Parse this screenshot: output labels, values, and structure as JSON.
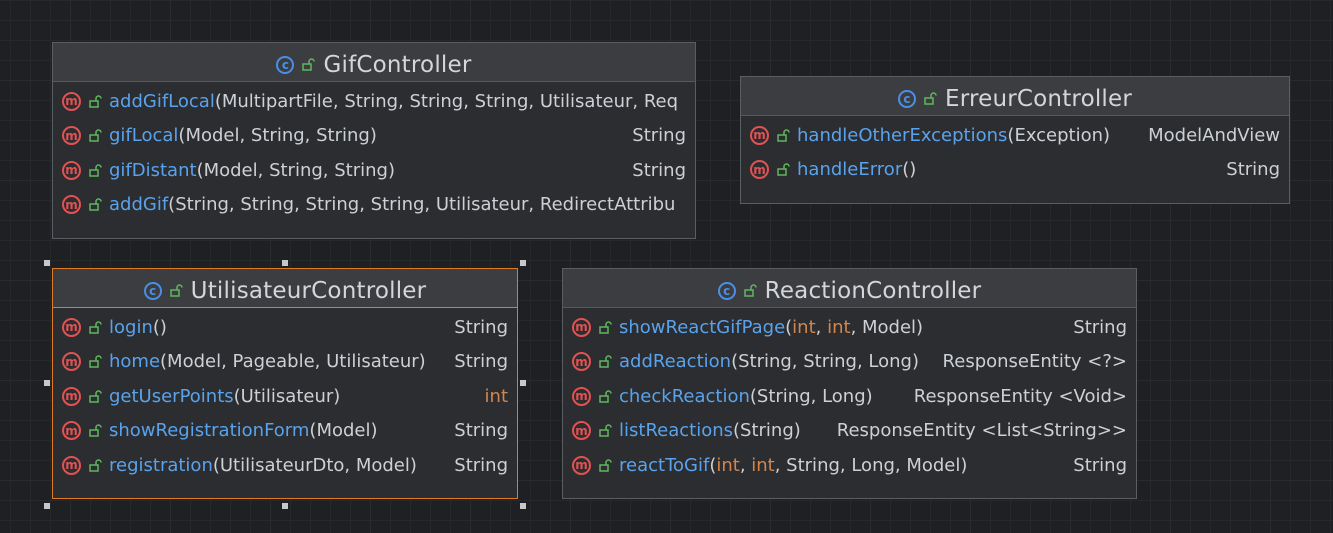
{
  "classes": {
    "gif": {
      "name": "GifController",
      "methods": [
        {
          "name": "addGifLocal",
          "params": "(MultipartFile, String, String, String, Utilisateur, Req",
          "ret": ""
        },
        {
          "name": "gifLocal",
          "params": "(Model, String, String)",
          "ret": "String"
        },
        {
          "name": "gifDistant",
          "params": "(Model, String, String)",
          "ret": "String"
        },
        {
          "name": "addGif",
          "params": "(String, String, String, String, Utilisateur, RedirectAttribu",
          "ret": ""
        }
      ]
    },
    "erreur": {
      "name": "ErreurController",
      "methods": [
        {
          "name": "handleOtherExceptions",
          "params": " (Exception)",
          "ret": "ModelAndView"
        },
        {
          "name": "handleError",
          "params": " ()",
          "ret": "String"
        }
      ]
    },
    "utilisateur": {
      "name": "UtilisateurController",
      "methods": [
        {
          "name": "login",
          "params": "()",
          "ret": "String"
        },
        {
          "name": "home",
          "params": "(Model, Pageable, Utilisateur)",
          "ret": "String"
        },
        {
          "name": "getUserPoints",
          "params": " (Utilisateur)",
          "ret": "int"
        },
        {
          "name": "showRegistrationForm",
          "params": " (Model)",
          "ret": "String"
        },
        {
          "name": "registration",
          "params": " (UtilisateurDto, Model)",
          "ret": "String"
        }
      ]
    },
    "reaction": {
      "name": "ReactionController",
      "methods": [
        {
          "name": "showReactGifPage",
          "params": " (int, int, Model)",
          "ret": "String"
        },
        {
          "name": "addReaction",
          "params": "(String, String, Long)",
          "ret": "ResponseEntity <?>"
        },
        {
          "name": "checkReaction",
          "params": "(String, Long)",
          "ret": "ResponseEntity <Void>"
        },
        {
          "name": "listReactions",
          "params": " (String)",
          "ret": "ResponseEntity <List<String>>"
        },
        {
          "name": "reactToGif",
          "params": "(int, int, String, Long, Model)",
          "ret": "String"
        }
      ]
    }
  },
  "icons": {
    "class_icon": "class-c-icon",
    "method_icon": "method-m-icon",
    "visibility_icon": "public-lock-icon",
    "class_letter": "c",
    "method_letter": "m"
  },
  "colors": {
    "background": "#1f2023",
    "box": "#2b2d30",
    "header": "#3b3d40",
    "method_name": "#5aa3ec",
    "keyword": "#d2864e",
    "class_icon": "#4a8fe6",
    "method_icon": "#e35252",
    "visibility_icon": "#5fb85f",
    "selection": "#e07b22"
  }
}
